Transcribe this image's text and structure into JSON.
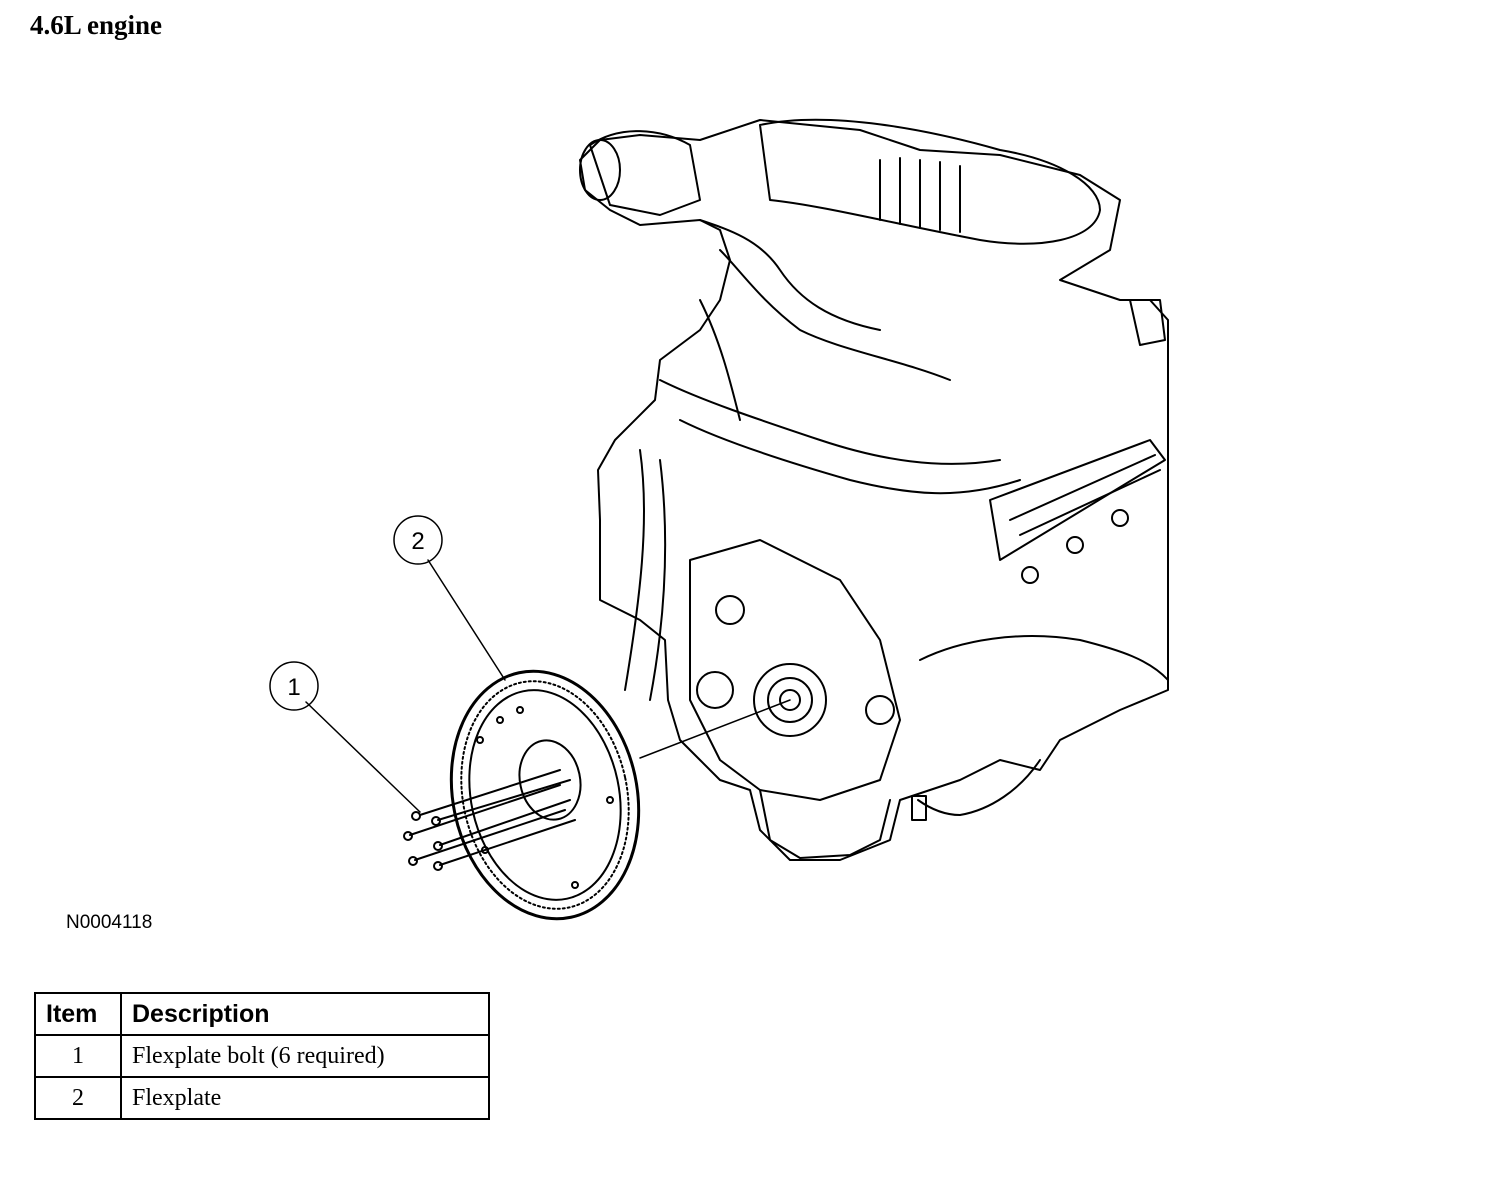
{
  "title": "4.6L engine",
  "figure_id": "N0004118",
  "callouts": [
    {
      "number": "1"
    },
    {
      "number": "2"
    }
  ],
  "legend": {
    "headers": [
      "Item",
      "Description"
    ],
    "rows": [
      {
        "item": "1",
        "description": "Flexplate bolt (6 required)"
      },
      {
        "item": "2",
        "description": "Flexplate"
      }
    ]
  }
}
